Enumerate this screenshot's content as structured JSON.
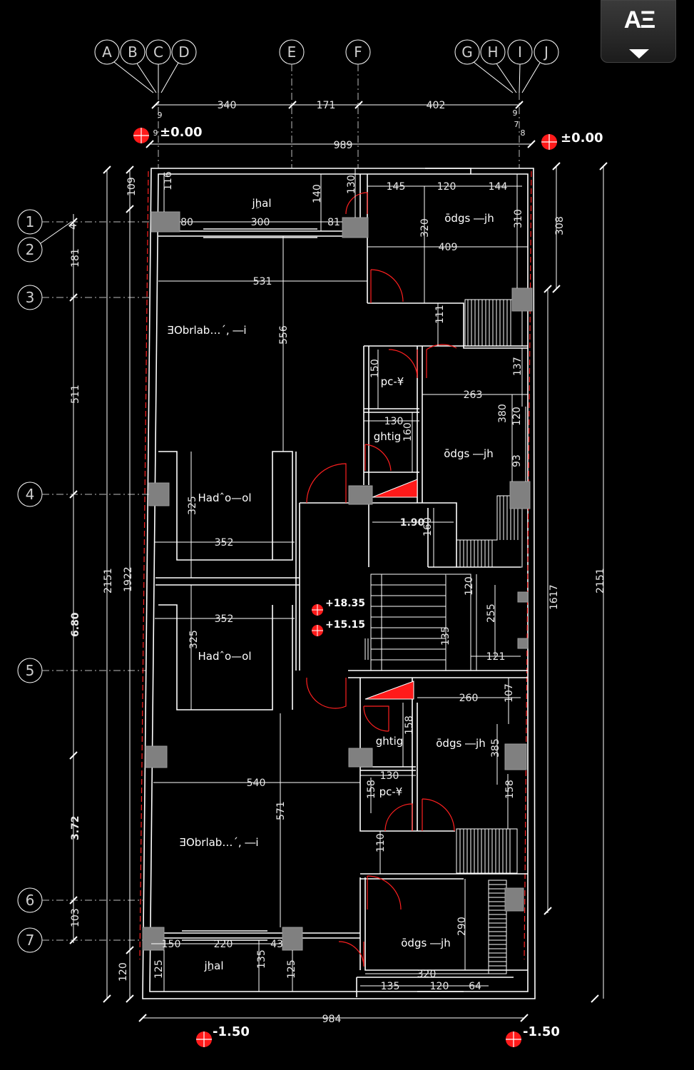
{
  "toolbar": {
    "label": "AΞ",
    "icon": "dropdown-arrow-icon"
  },
  "axes": {
    "columns": [
      "A",
      "B",
      "C",
      "D",
      "E",
      "F",
      "G",
      "H",
      "I",
      "J"
    ],
    "rows": [
      "1",
      "2",
      "3",
      "4",
      "5",
      "6",
      "7"
    ]
  },
  "levels": {
    "top_left": "±0.00",
    "top_right": "±0.00",
    "bottom_left": "-1.50",
    "bottom_right": "-1.50",
    "stair_upper": "+18.35",
    "stair_lower": "+15.15"
  },
  "dims": {
    "top_340": "340",
    "top_171": "171",
    "top_402": "402",
    "top_989": "989",
    "top_9a": "9",
    "top_9b": "9",
    "top_9c": "9",
    "top_7": "7",
    "top_8": "8",
    "left_109": "109",
    "left_181": "181",
    "left_511": "511",
    "left_680": "6.80",
    "left_372": "3.72",
    "left_103": "103",
    "left_120": "120",
    "left_2151": "2151",
    "left_1922": "1922",
    "left_4": "4",
    "right_308": "308",
    "right_1617": "1617",
    "right_2151": "2151",
    "d116": "116",
    "d80": "80",
    "d300": "300",
    "d81": "81",
    "d140": "140",
    "d130a": "130",
    "d145": "145",
    "d120a": "120",
    "d144": "144",
    "d310": "310",
    "d320a": "320",
    "d409": "409",
    "d531": "531",
    "d556": "556",
    "d111": "111",
    "d150": "150",
    "d263": "263",
    "d137": "137",
    "d130b": "130",
    "d160a": "160",
    "d380": "380",
    "d120b": "120",
    "d93": "93",
    "d325a": "325",
    "d352a": "352",
    "d190": "1.90",
    "d160b": "160",
    "d352b": "352",
    "d325b": "325",
    "d120c": "120",
    "d255": "255",
    "d135a": "135",
    "d121": "121",
    "d260": "260",
    "d107": "107",
    "d158a": "158",
    "d385": "385",
    "d130c": "130",
    "d540": "540",
    "d158b": "158",
    "d158c": "158",
    "d571": "571",
    "d110": "110",
    "d290": "290",
    "d150b": "150",
    "d220": "220",
    "d43": "43",
    "d125a": "125",
    "d135b": "135",
    "d125b": "125",
    "d320b": "320",
    "d135c": "135",
    "d120d": "120",
    "d64": "64",
    "d984": "984"
  },
  "rooms": {
    "r_top_left": "jِhal",
    "r_top_right": "ōdgs ―jh",
    "r_living_upper": "ƎObrlab…´, ―i",
    "r_bath_upper": "pc-¥",
    "r_wc_upper": "ghtig",
    "r_bed_upper_right": "ōdgs ―jh",
    "r_hall_upper": "Hadˆo—ol",
    "r_hall_lower": "Hadˆo—ol",
    "r_wc_lower": "ghtig",
    "r_bed_lower_right": "ōdgs ―jh",
    "r_bath_lower": "pc-¥",
    "r_living_lower": "ƎObrlab…´, ―i",
    "r_bed_bottom_right": "ōdgs ―jh",
    "r_bottom_left": "jِhal"
  },
  "colors": {
    "walls": "#ffffff",
    "accent": "#ff2020",
    "columns": "#808080",
    "background": "#000000"
  }
}
